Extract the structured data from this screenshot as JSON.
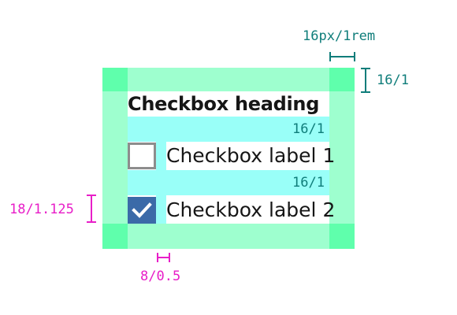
{
  "heading": "Checkbox heading",
  "checkboxes": [
    {
      "label": "Checkbox label 1",
      "checked": false
    },
    {
      "label": "Checkbox label 2",
      "checked": true
    }
  ],
  "gap_labels": [
    "16/1",
    "16/1"
  ],
  "annotations": {
    "horizontal_padding": "16px/1rem",
    "vertical_padding": "16/1",
    "checkbox_size": "18/1.125",
    "label_gap": "8/0.5"
  },
  "colors": {
    "padding": "#9effcf",
    "padding_corner": "#5fffac",
    "spacer": "#99fff8",
    "checkbox_checked": "#3b6aa8",
    "checkbox_border": "#8d8d8d",
    "annotation_teal": "#0f7d7a",
    "annotation_pink": "#e81ec8"
  },
  "icons": [
    "checkmark-icon"
  ]
}
